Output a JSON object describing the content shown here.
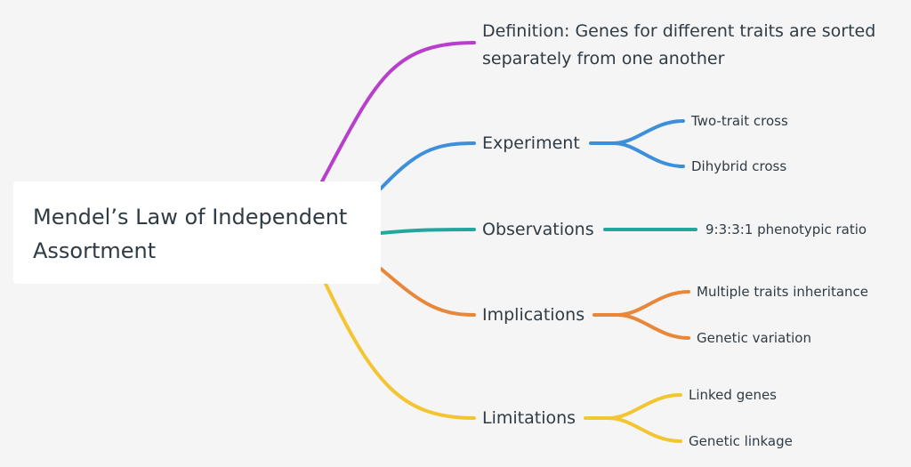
{
  "diagram": {
    "root": {
      "label_line1": "Mendel’s Law of Independent",
      "label_line2": "Assortment"
    },
    "colors": {
      "definition": "#b83fcb",
      "experiment": "#3d8fda",
      "observations": "#21a79b",
      "implications": "#e8873a",
      "limitations": "#f2c531",
      "background": "#f5f5f5",
      "card": "#ffffff",
      "text": "#2f3b45"
    },
    "branches": {
      "definition": {
        "line1": "Definition: Genes for different traits are sorted",
        "line2": "separately from one another"
      },
      "experiment": {
        "label": "Experiment",
        "children": [
          "Two-trait cross",
          "Dihybrid cross"
        ]
      },
      "observations": {
        "label": "Observations",
        "children": [
          "9:3:3:1 phenotypic ratio"
        ]
      },
      "implications": {
        "label": "Implications",
        "children": [
          "Multiple traits inheritance",
          "Genetic variation"
        ]
      },
      "limitations": {
        "label": "Limitations",
        "children": [
          "Linked genes",
          "Genetic linkage"
        ]
      }
    }
  }
}
